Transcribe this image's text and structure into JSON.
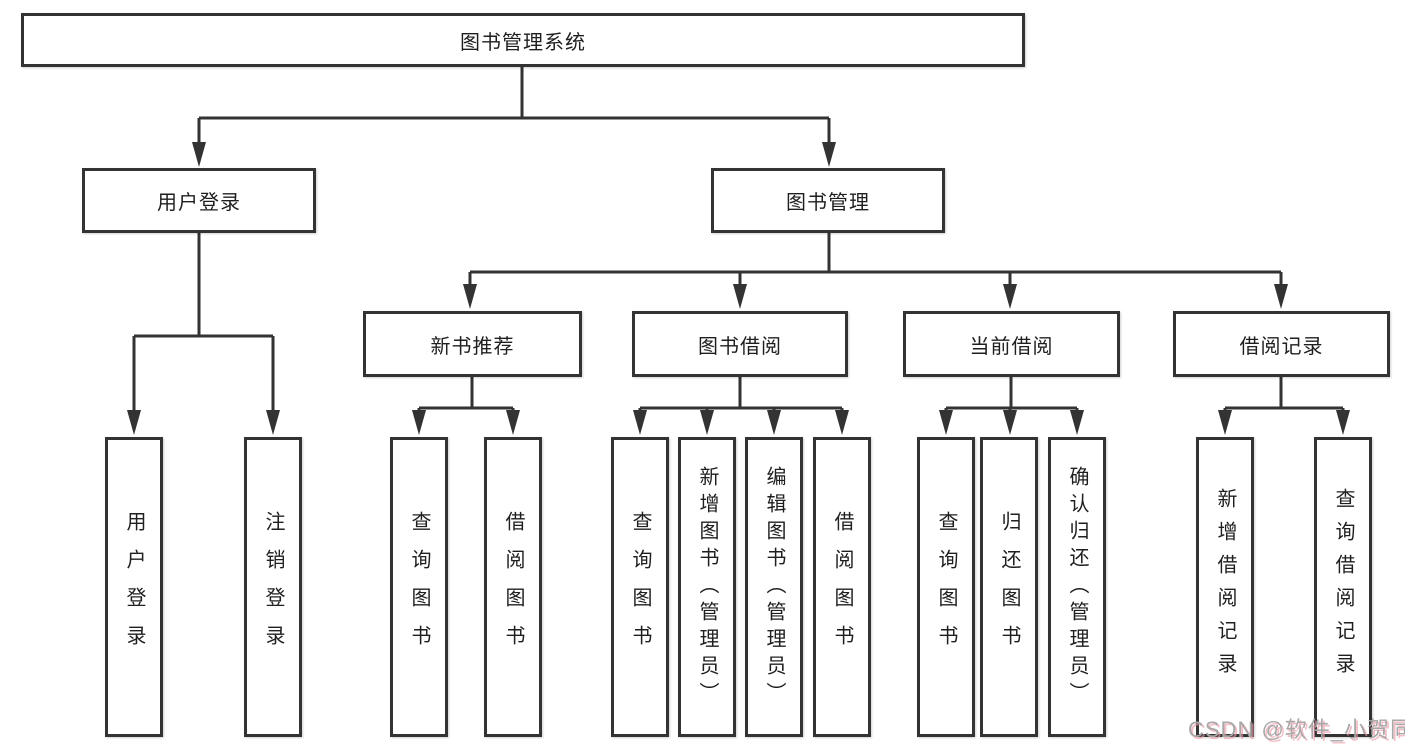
{
  "page": {
    "background": "#ffffff"
  },
  "colors": {
    "box_border": "#333333",
    "connector": "#333333",
    "text": "#1f1f1f",
    "watermark_gray": "#a8a8a8",
    "watermark_pink": "#ee9aa6"
  },
  "tree": {
    "root": {
      "label": "图书管理系统",
      "children": [
        {
          "label": "用户登录",
          "children": [
            {
              "label": "用户登录"
            },
            {
              "label": "注销登录"
            }
          ]
        },
        {
          "label": "图书管理",
          "children": [
            {
              "label": "新书推荐",
              "children": [
                {
                  "label": "查询图书"
                },
                {
                  "label": "借阅图书"
                }
              ]
            },
            {
              "label": "图书借阅",
              "children": [
                {
                  "label": "查询图书"
                },
                {
                  "label": "新增图书（管理员）"
                },
                {
                  "label": "编辑图书（管理员）"
                },
                {
                  "label": "借阅图书"
                }
              ]
            },
            {
              "label": "当前借阅",
              "children": [
                {
                  "label": "查询图书"
                },
                {
                  "label": "归还图书"
                },
                {
                  "label": "确认归还（管理员）"
                }
              ]
            },
            {
              "label": "借阅记录",
              "children": [
                {
                  "label": "新增借阅记录"
                },
                {
                  "label": "查询借阅记录"
                }
              ]
            }
          ]
        }
      ]
    }
  },
  "watermark": {
    "text": "CSDN @软件_小贺同学"
  }
}
